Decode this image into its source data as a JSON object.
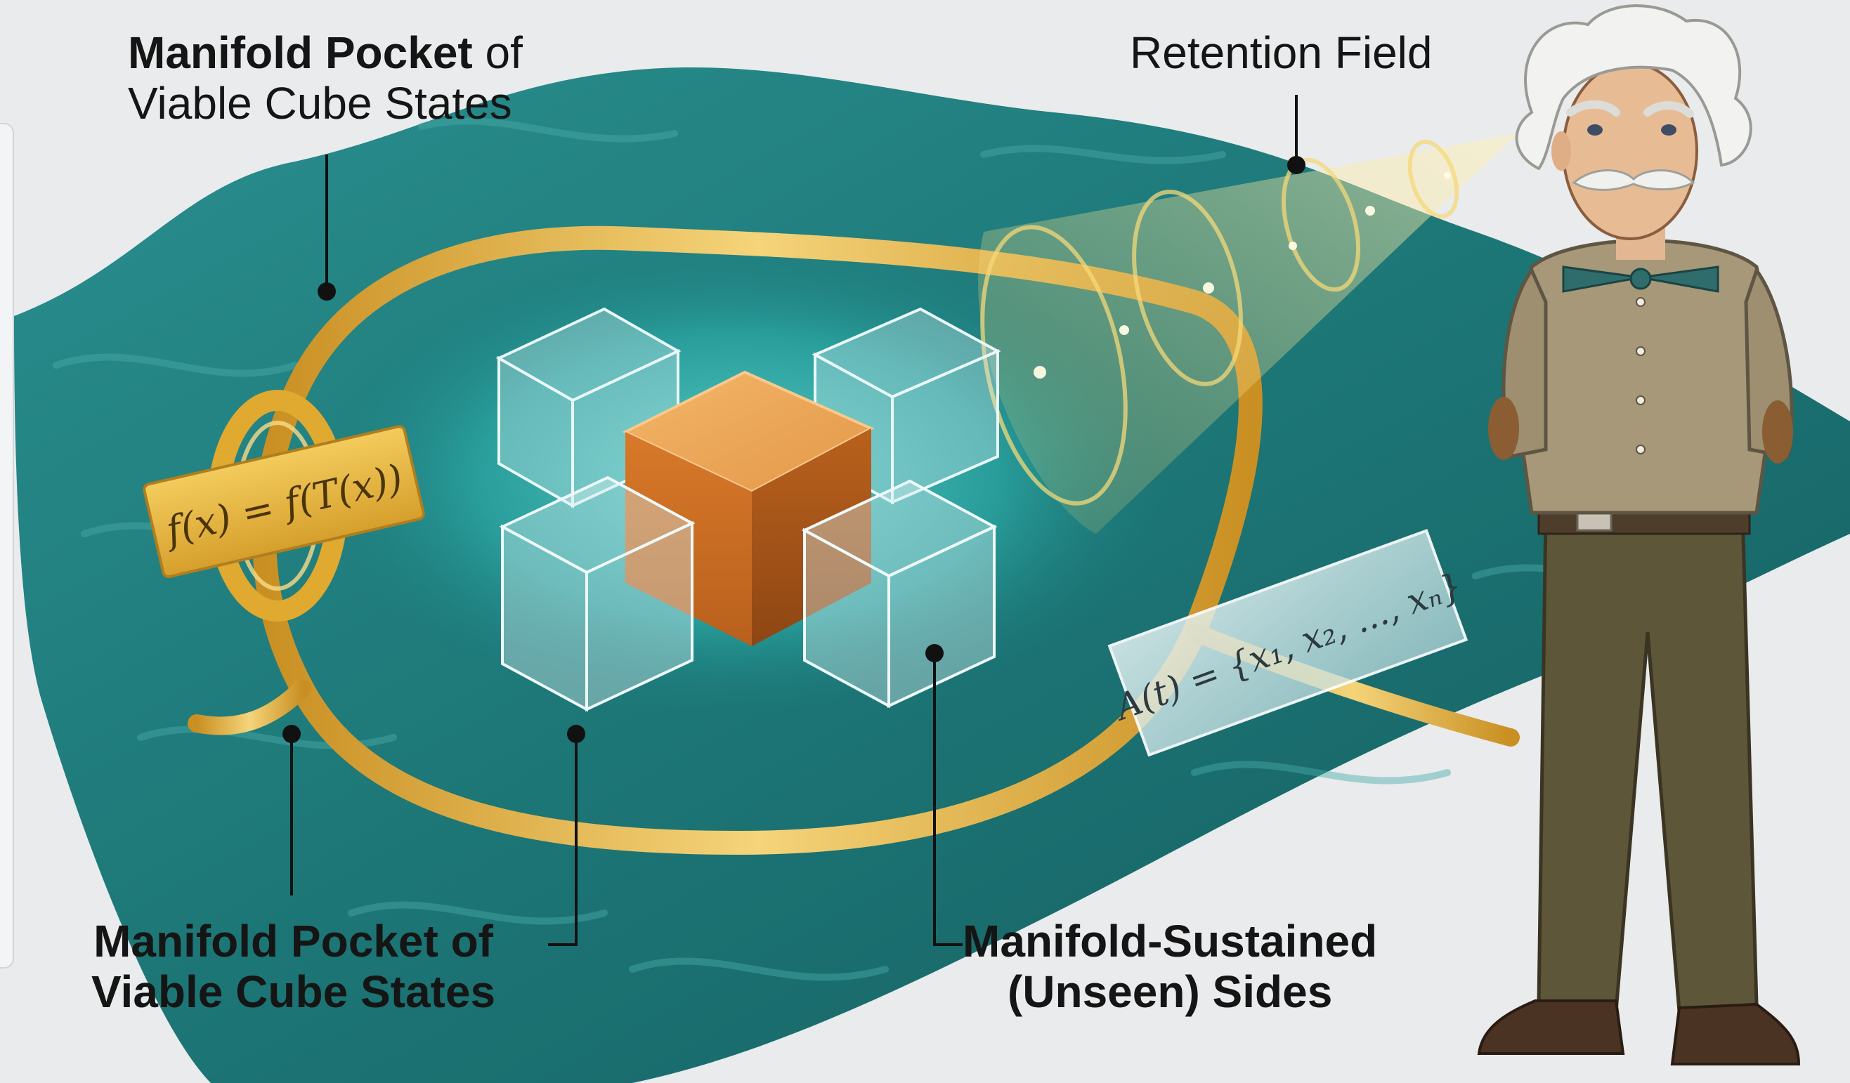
{
  "labels": {
    "top_left_bold": "Manifold Pocket",
    "top_left_rest": " of",
    "top_left_line2": "Viable Cube States",
    "retention": "Retention Field",
    "bottom_left_line1": "Manifold Pocket of",
    "bottom_left_line2": "Viable Cube States",
    "bottom_right_line1": "Manifold-Sustained",
    "bottom_right_line2": "(Unseen) Sides"
  },
  "formulas": {
    "invariance": "f(x) = f(T(x))",
    "attractor": "A(t) = {x₁, x₂, ..., xₙ}"
  },
  "colors": {
    "manifold": "#1f7f80",
    "manifold_light": "#3fb3b0",
    "gold": "#e2b547",
    "cube": "#d9802f",
    "glass": "#cfe9ee",
    "shirt": "#a39578",
    "trousers": "#5a5338"
  }
}
